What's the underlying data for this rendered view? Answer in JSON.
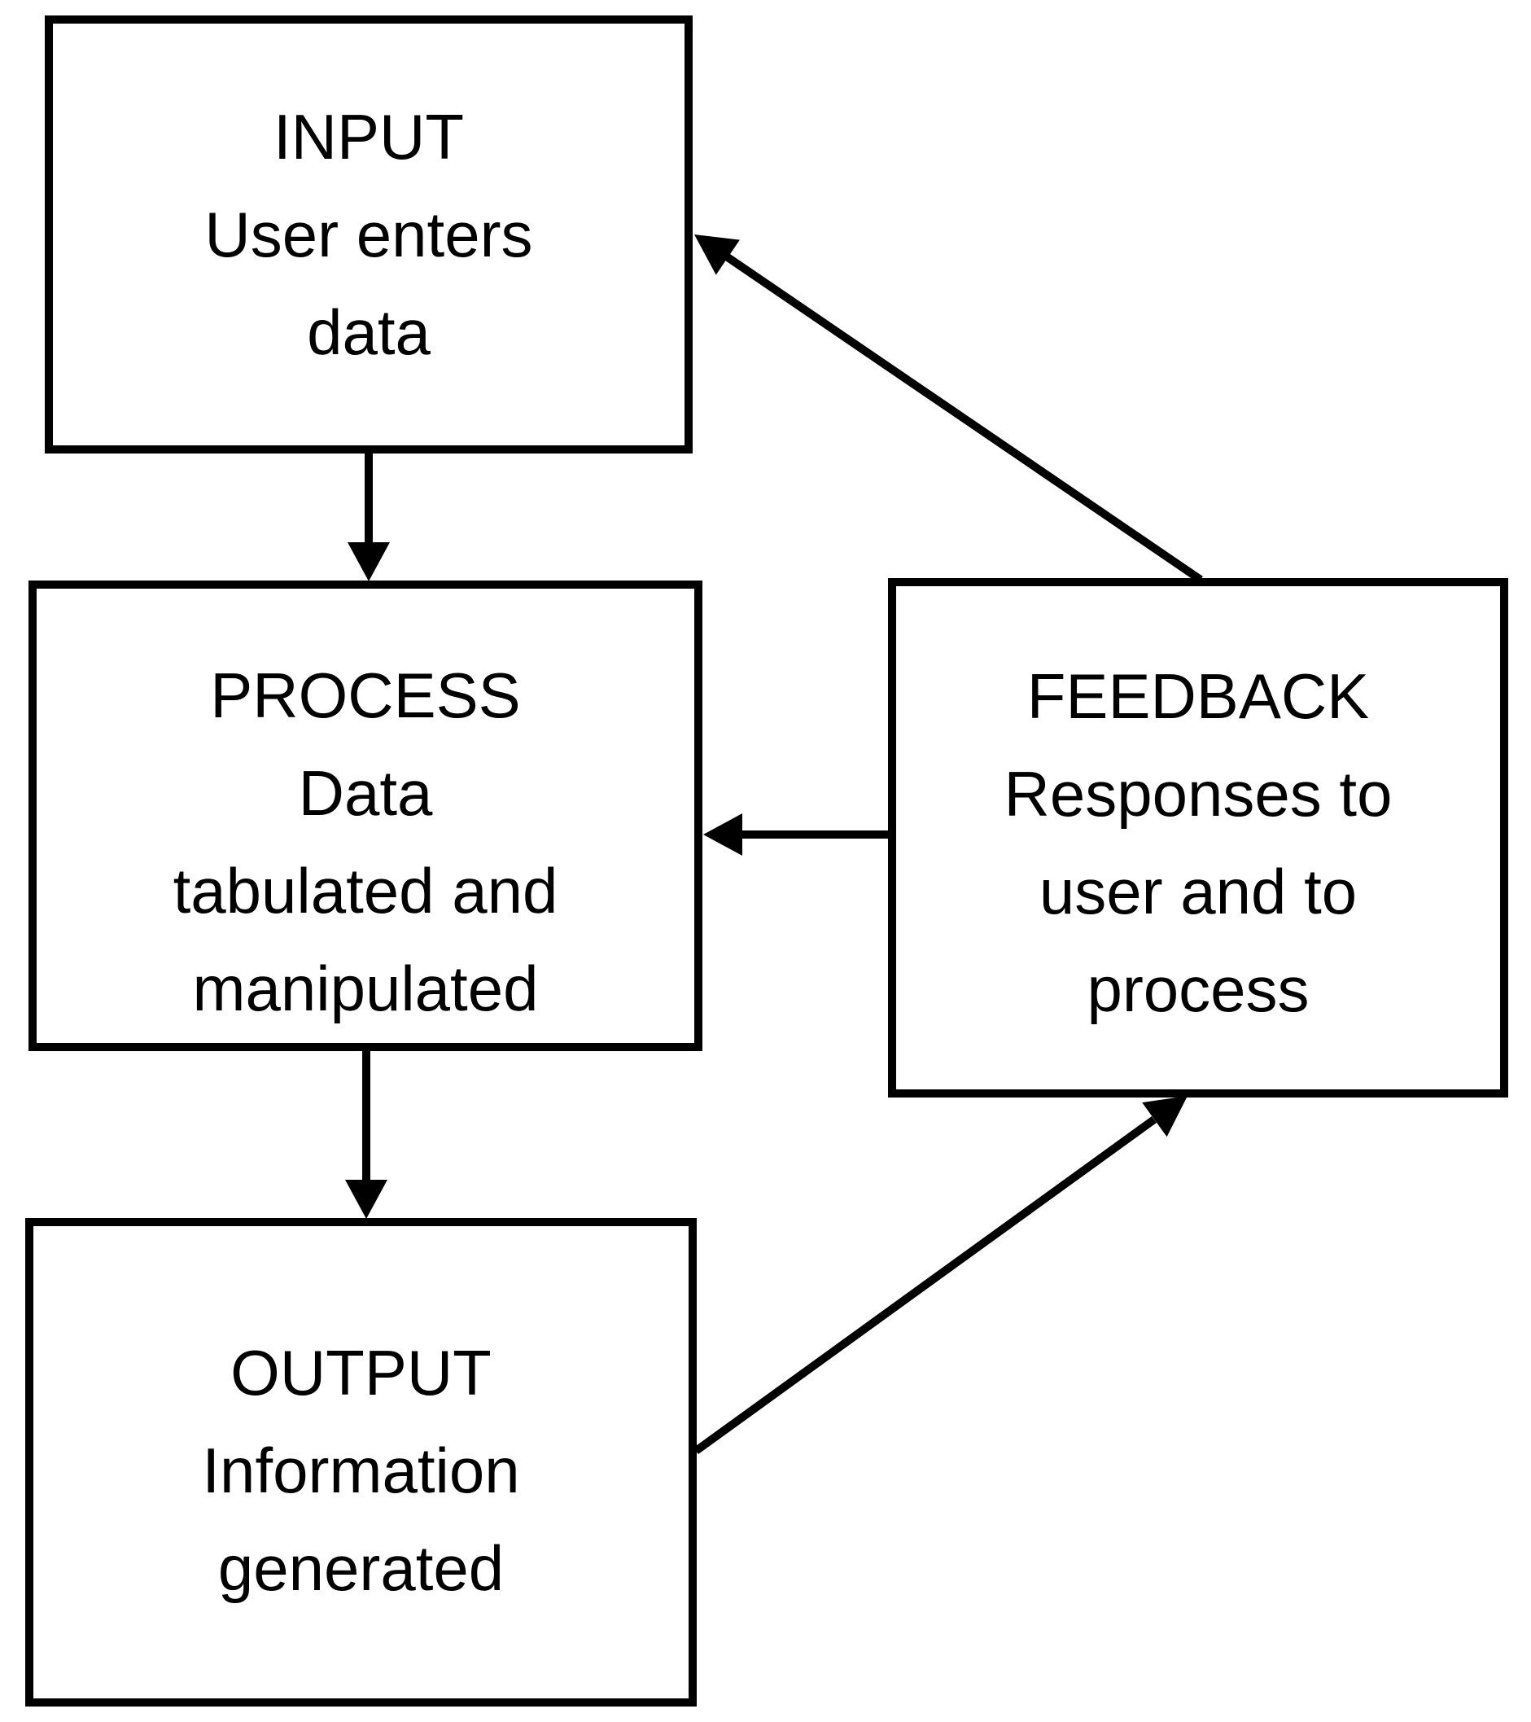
{
  "diagram": {
    "background_color": "#ffffff",
    "line_color": "#000000",
    "boxes": [
      {
        "id": "input",
        "lines": [
          "INPUT",
          "User enters",
          "data"
        ]
      },
      {
        "id": "process",
        "lines": [
          "PROCESS",
          "Data",
          "tabulated and",
          "manipulated"
        ]
      },
      {
        "id": "output",
        "lines": [
          "OUTPUT",
          "Information",
          "generated"
        ]
      },
      {
        "id": "feedback",
        "lines": [
          "FEEDBACK",
          "Responses to",
          "user and to",
          "process"
        ]
      }
    ],
    "connections": [
      {
        "from": "input",
        "to": "process"
      },
      {
        "from": "process",
        "to": "output"
      },
      {
        "from": "feedback",
        "to": "process"
      },
      {
        "from": "output",
        "to": "feedback"
      },
      {
        "from": "feedback",
        "to": "input"
      }
    ]
  }
}
